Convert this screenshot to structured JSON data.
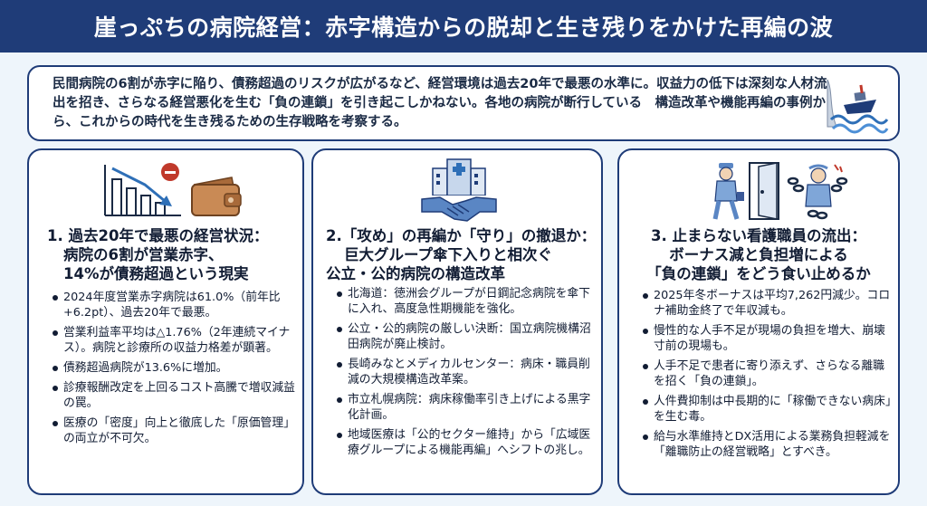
{
  "header": {
    "title": "崖っぷちの病院経営：赤字構造からの脱却と生き残りをかけた再編の波"
  },
  "intro": {
    "text": "民間病院の6割が赤字に陥り、債務超過のリスクが広がるなど、経営環境は過去20年で最悪の水準に。収益力の低下は深刻な人材流出を招き、さらなる経営悪化を生む「負の連鎖」を引き起こしかねない。各地の病院が断行している　構造改革や機能再編の事例から、これからの時代を生き残るための生存戦略を考察する。"
  },
  "cards": [
    {
      "title_lines": [
        "1. 過去20年で最悪の経営状況：",
        "病院の6割が営業赤字、",
        "14%が債務超過という現実"
      ],
      "bullets": [
        "2024年度営業赤字病院は61.0%（前年比+6.2pt）、過去20年で最悪。",
        "営業利益率平均は△1.76%（2年連続マイナス）。病院と診療所の収益力格差が顕著。",
        "債務超過病院が13.6%に増加。",
        "診療報酬改定を上回るコスト高騰で増収減益の罠。",
        "医療の「密度」向上と徹底した「原価管理」の両立が不可欠。"
      ]
    },
    {
      "title_lines": [
        "2.「攻め」の再編か「守り」の撤退か：",
        "巨大グループ傘下入りと相次ぐ",
        "公立・公的病院の構造改革"
      ],
      "bullets": [
        "北海道：徳洲会グループが日鋼記念病院を傘下に入れ、高度急性期機能を強化。",
        "公立・公的病院の厳しい決断：国立病院機構沼田病院が廃止検討。",
        "長崎みなとメディカルセンター：病床・職員削減の大規模構造改革案。",
        "市立札幌病院：病床稼働率引き上げによる黒字化計画。",
        "地域医療は「公的セクター維持」から「広域医療グループによる機能再編」へシフトの兆し。"
      ]
    },
    {
      "title_lines": [
        "3. 止まらない看護職員の流出：",
        "ボーナス減と負担増による",
        "「負の連鎖」をどう食い止めるか"
      ],
      "bullets": [
        "2025年冬ボーナスは平均7,262円減少。コロナ補助金終了で年収減も。",
        "慢性的な人手不足が現場の負担を増大、崩壊寸前の現場も。",
        "人手不足で患者に寄り添えず、さらなる離職を招く「負の連鎖」。",
        "人件費抑制は中長期的に「稼働できない病床」を生む毒。",
        "給与水準維持とDX活用による業務負担軽減を「離職防止の経営戦略」とすべき。"
      ]
    }
  ],
  "icons": {
    "intro": "ship-in-storm-icon",
    "card1": [
      "declining-chart-icon",
      "wallet-minus-icon"
    ],
    "card2": [
      "hospital-building-icon",
      "handshake-icon"
    ],
    "card3": [
      "nurse-leaving-icon",
      "exit-door-icon",
      "stressed-nurse-chains-icon"
    ]
  },
  "colors": {
    "header_bg": "#1f3c78",
    "border": "#1f3c78",
    "background": "#eef5fb",
    "accent_red": "#c0392b"
  }
}
